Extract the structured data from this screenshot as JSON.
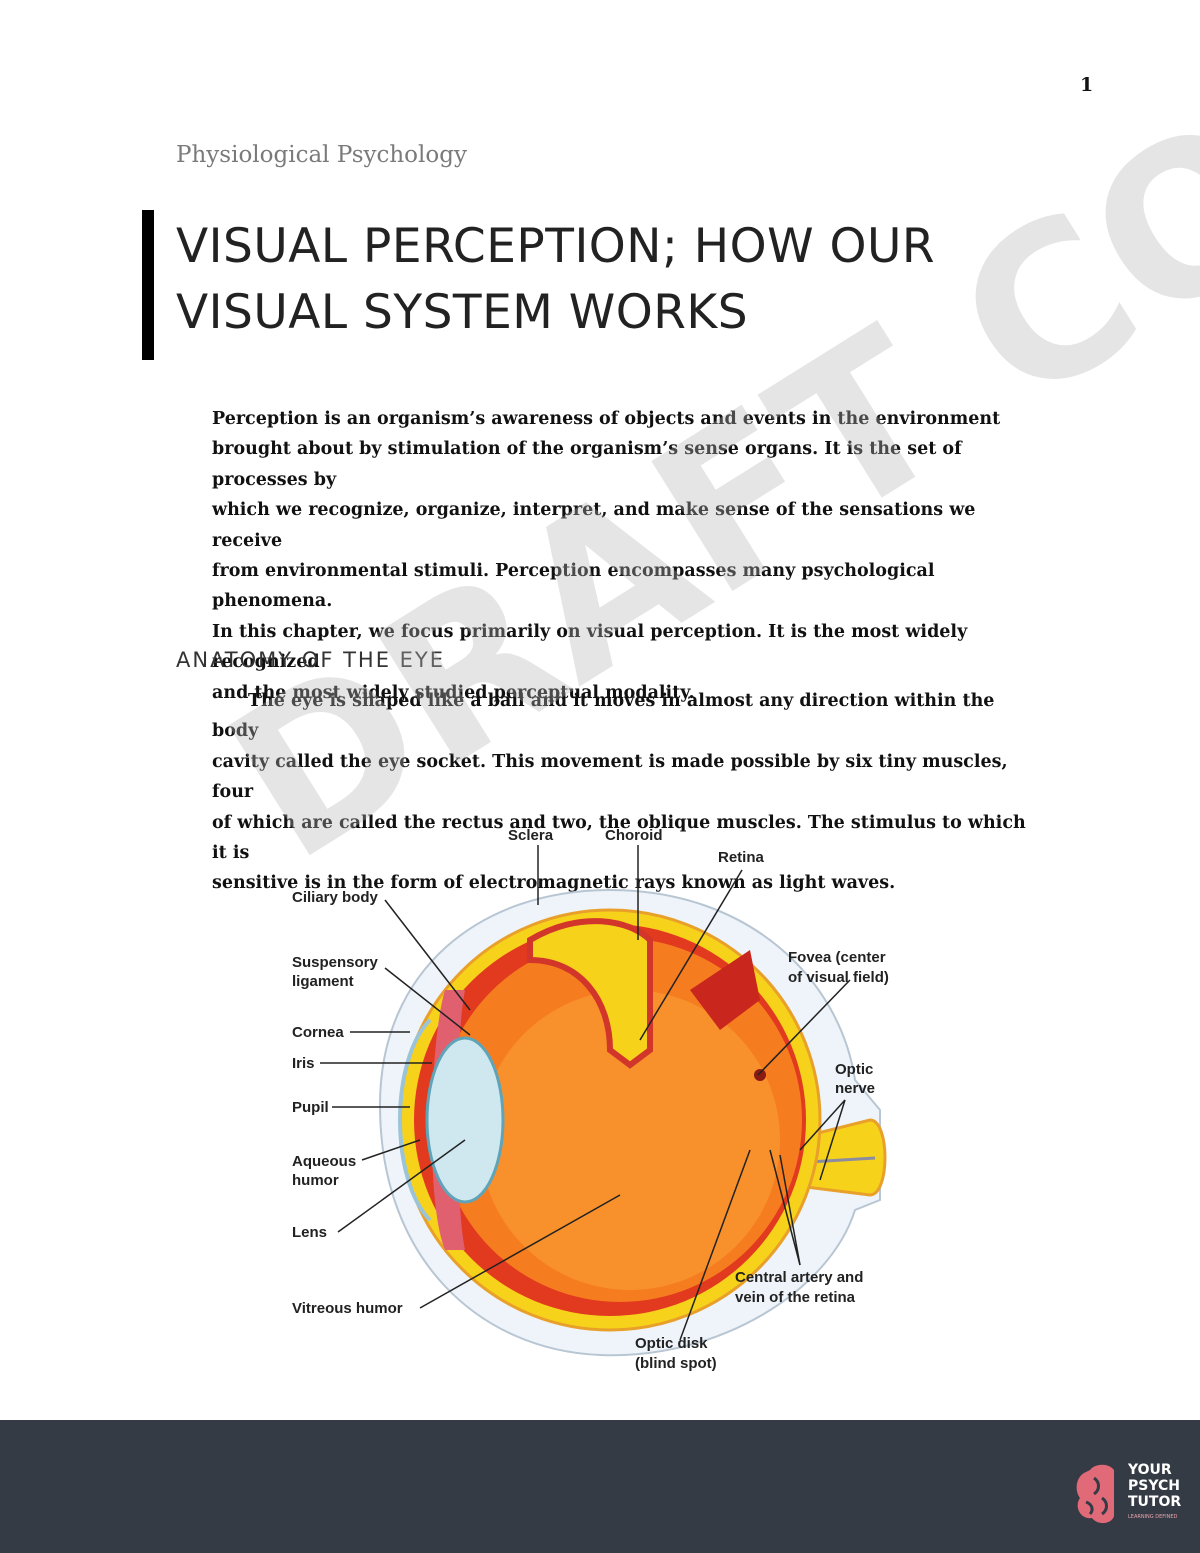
{
  "page": {
    "number": "1"
  },
  "header": {
    "subject": "Physiological Psychology"
  },
  "title": {
    "line1": "VISUAL PERCEPTION; HOW OUR",
    "line2": "VISUAL SYSTEM WORKS"
  },
  "intro": {
    "lines": [
      "Perception is an organism’s awareness of objects and events in the environment",
      "brought about by stimulation of the organism’s sense organs. It is the set of processes by",
      "which we recognize, organize, interpret, and make sense of the sensations we receive",
      "from environmental stimuli. Perception encompasses many psychological phenomena.",
      "In this chapter, we focus primarily on visual perception. It is the most widely recognized",
      "and the most widely studied perceptual modality."
    ]
  },
  "section": {
    "heading": "ANATOMY OF THE EYE",
    "lines": [
      "The eye is shaped like a ball and it moves in almost any direction within the body",
      "cavity called the eye socket. This movement is made possible by six tiny muscles, four",
      "of which are called the rectus and two, the oblique muscles. The stimulus to which it is",
      "sensitive is in the form of electromagnetic rays known as light waves."
    ]
  },
  "diagram": {
    "labels": {
      "sclera": "Sclera",
      "choroid": "Choroid",
      "retina": "Retina",
      "ciliary_body": "Ciliary body",
      "suspensory_1": "Suspensory",
      "suspensory_2": "ligament",
      "fovea_1": "Fovea (center",
      "fovea_2": "of visual field)",
      "cornea": "Cornea",
      "iris": "Iris",
      "optic_nerve_1": "Optic",
      "optic_nerve_2": "nerve",
      "pupil": "Pupil",
      "aqueous_1": "Aqueous",
      "aqueous_2": "humor",
      "lens": "Lens",
      "central_artery_1": "Central artery and",
      "central_artery_2": "vein of the retina",
      "vitreous": "Vitreous humor",
      "optic_disk_1": "Optic disk",
      "optic_disk_2": "(blind spot)"
    }
  },
  "watermark": "DRAFT COPY",
  "footer": {
    "logo_lines": [
      "YOUR",
      "PSYCH",
      "TUTOR"
    ],
    "tagline": "LEARNING DEFINED"
  },
  "colors": {
    "footer_bg": "#353b45",
    "title_bar": "#000000",
    "logo_pink": "#e06a78"
  }
}
